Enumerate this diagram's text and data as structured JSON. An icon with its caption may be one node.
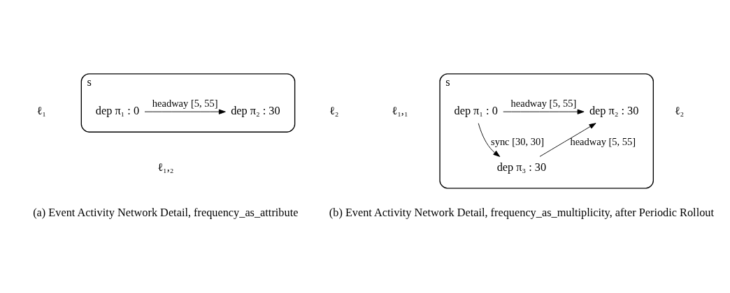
{
  "diagram": {
    "nodes": [
      {
        "text": [
          "s"
        ]
      },
      {
        "text": [
          "dep π₁ : 0"
        ],
        "in": 0
      },
      {
        "text": [
          "dep π₂ : 30"
        ],
        "in": 0
      },
      {
        "text": [
          "s"
        ]
      },
      {
        "text": [
          "dep π₁ : 0"
        ],
        "in": 3
      },
      {
        "text": [
          "dep π₂ : 30"
        ],
        "in": 3
      },
      {
        "text": [
          "dep π₃ : 30"
        ],
        "in": 3
      }
    ],
    "edges": [
      {
        "from": 1,
        "to": 2,
        "arrow": "to",
        "label": "headway [5, 55]"
      },
      {
        "from": 4,
        "to": 5,
        "arrow": "to",
        "label": "headway [5, 55]"
      },
      {
        "from": 4,
        "to": 6,
        "arrow": "to",
        "label": "sync [30, 30]"
      },
      {
        "from": 6,
        "to": 5,
        "arrow": "to",
        "label": "headway [5, 55]"
      }
    ],
    "labels": [
      "ℓ₁",
      "ℓ₂",
      "ℓ₁,₁",
      "ℓ₂",
      "ℓ₁,₂",
      "(a) Event Activity Network Detail, frequency_as_attribute",
      "(b) Event Activity Network Detail, frequency_as_multiplicity, after Periodic Rollout"
    ]
  }
}
